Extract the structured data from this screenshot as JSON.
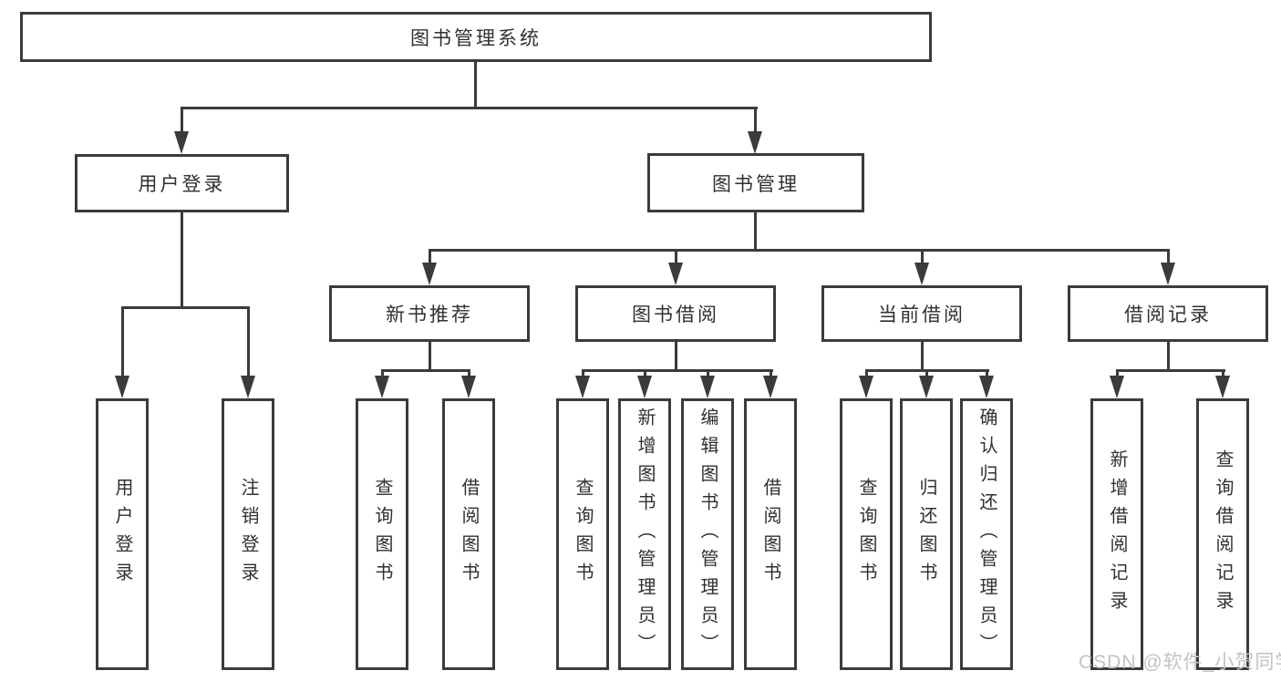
{
  "diagram": {
    "root": {
      "label": "图书管理系统"
    },
    "level2": [
      {
        "label": "用户登录"
      },
      {
        "label": "图书管理"
      }
    ],
    "level3": [
      {
        "label": "新书推荐"
      },
      {
        "label": "图书借阅"
      },
      {
        "label": "当前借阅"
      },
      {
        "label": "借阅记录"
      }
    ],
    "leaves": {
      "user_login": [
        {
          "label": "用户登录"
        },
        {
          "label": "注销登录"
        }
      ],
      "new_book_recommend": [
        {
          "label": "查询图书"
        },
        {
          "label": "借阅图书"
        }
      ],
      "book_borrow": [
        {
          "label": "查询图书"
        },
        {
          "label": "新增图书（管理员）"
        },
        {
          "label": "编辑图书（管理员）"
        },
        {
          "label": "借阅图书"
        }
      ],
      "current_borrow": [
        {
          "label": "查询图书"
        },
        {
          "label": "归还图书"
        },
        {
          "label": "确认归还（管理员）"
        }
      ],
      "borrow_records": [
        {
          "label": "新增借阅记录"
        },
        {
          "label": "查询借阅记录"
        }
      ]
    },
    "watermark": "CSDN @软件_小贺同学",
    "colors": {
      "line": "#3b3b3b",
      "text": "#303030",
      "watermark": "#c3c3c3",
      "background": "#ffffff"
    }
  }
}
